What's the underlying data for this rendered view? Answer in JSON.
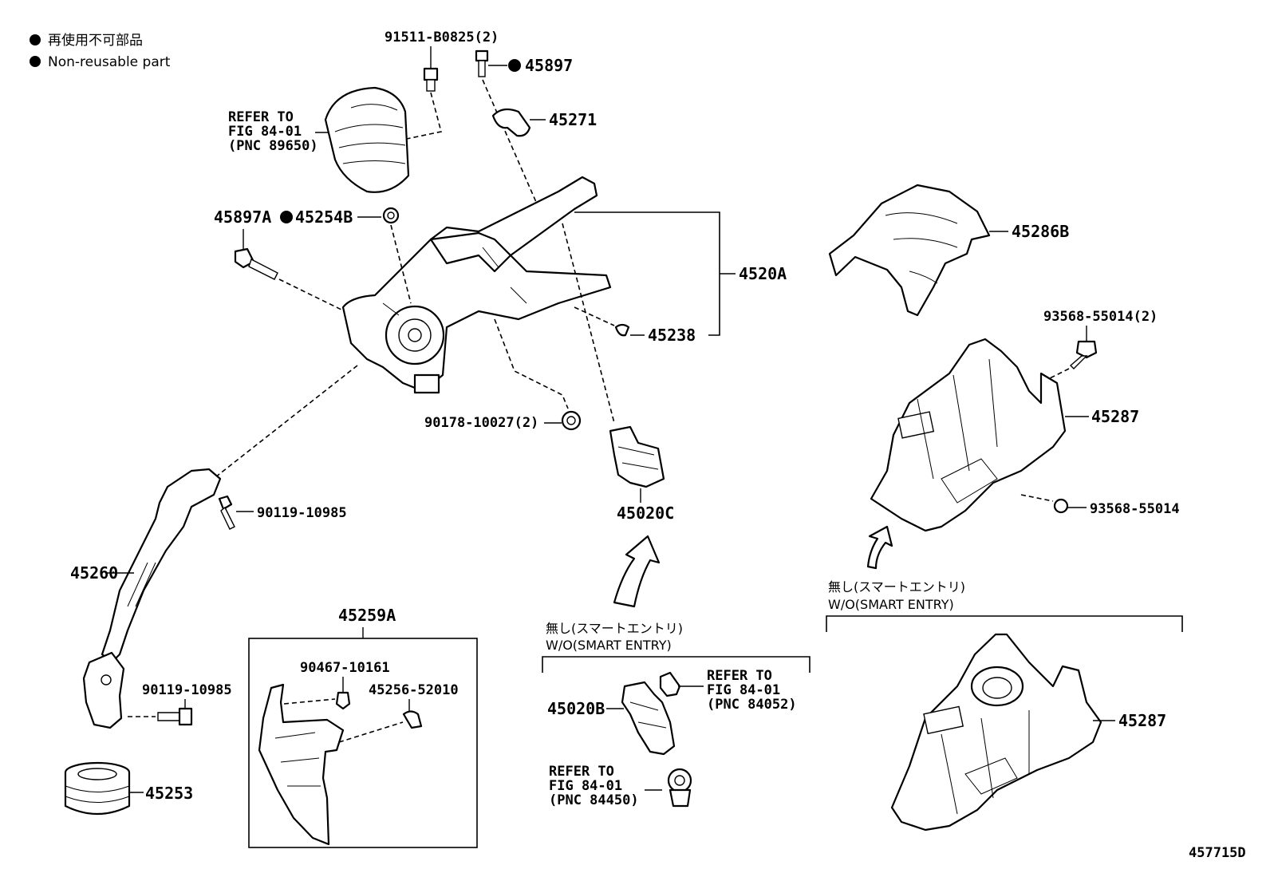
{
  "legend": {
    "line1": "再使用不可部品",
    "line2": "Non-reusable part"
  },
  "figure_id": "457715D",
  "labels": {
    "p91511": "91511-B0825(2)",
    "p45897": "45897",
    "p45271": "45271",
    "refer_89650_1": "REFER TO",
    "refer_89650_2": "FIG 84-01",
    "refer_89650_3": "(PNC 89650)",
    "p45897A": "45897A",
    "p45254B": "45254B",
    "p4520A": "4520A",
    "p45238": "45238",
    "p90178": "90178-10027(2)",
    "p45020C": "45020C",
    "p90119_a": "90119-10985",
    "p45260": "45260",
    "p45259A": "45259A",
    "p90467": "90467-10161",
    "p45256": "45256-52010",
    "p90119_b": "90119-10985",
    "p45253": "45253",
    "p45286B": "45286B",
    "p93568_2": "93568-55014(2)",
    "p45287_a": "45287",
    "p93568": "93568-55014",
    "p45020B": "45020B",
    "refer_84052_1": "REFER TO",
    "refer_84052_2": "FIG 84-01",
    "refer_84052_3": "(PNC 84052)",
    "refer_84450_1": "REFER TO",
    "refer_84450_2": "FIG 84-01",
    "refer_84450_3": "(PNC 84450)",
    "p45287_b": "45287"
  },
  "notes": {
    "jp_center": "無し(スマートエントリ)",
    "en_center": "W/O(SMART ENTRY)",
    "jp_right": "無し(スマートエントリ)",
    "en_right": "W/O(SMART ENTRY)"
  }
}
